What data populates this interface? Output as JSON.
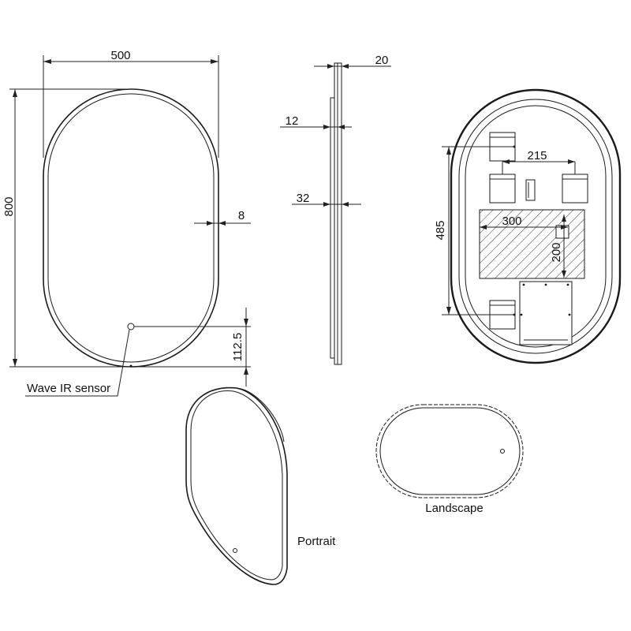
{
  "front_view": {
    "width_label": "500",
    "height_label": "800",
    "frame_depth_label": "8",
    "sensor_offset_label": "112.5",
    "sensor_label": "Wave IR sensor"
  },
  "side_view": {
    "total_depth_label": "20",
    "glass_label": "12",
    "edge_label": "32"
  },
  "back_view": {
    "bracket_spacing_label": "215",
    "height_label": "485",
    "recess_width_label": "300",
    "recess_height_label": "200"
  },
  "perspective": {
    "portrait_label": "Portrait",
    "landscape_label": "Landscape"
  }
}
